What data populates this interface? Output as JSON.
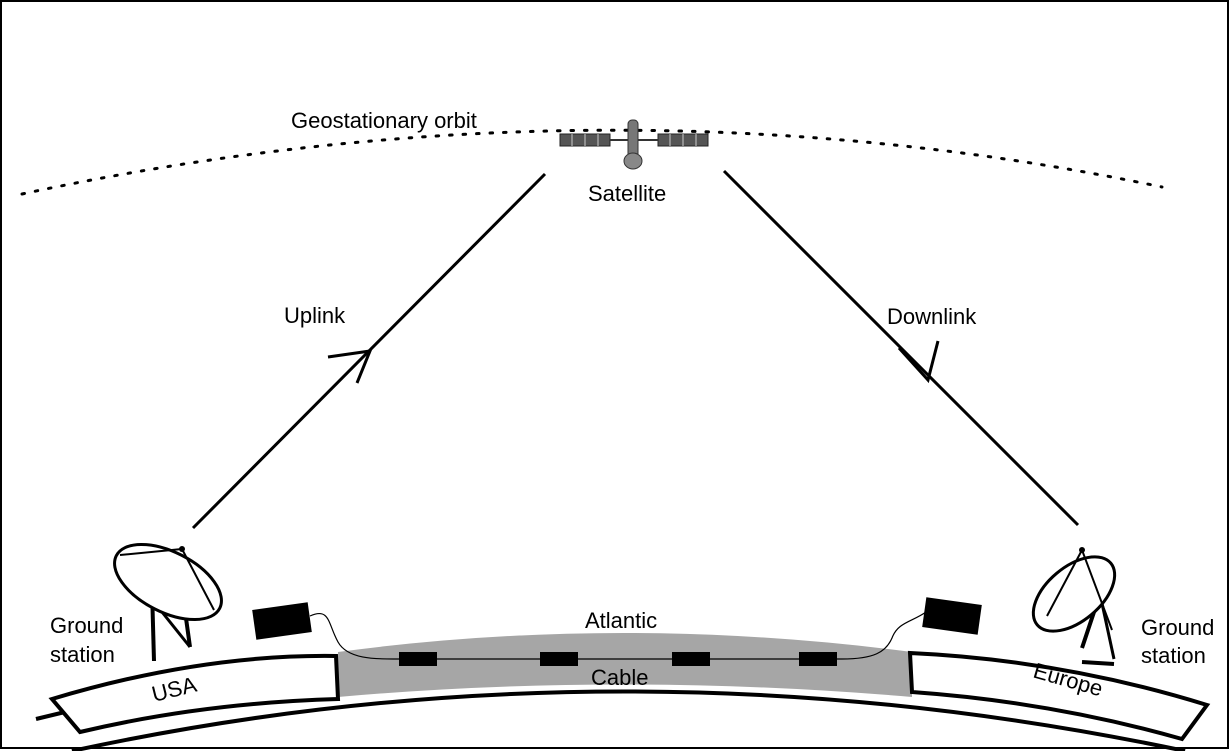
{
  "labels": {
    "orbit": "Geostationary orbit",
    "satellite": "Satellite",
    "uplink": "Uplink",
    "downlink": "Downlink",
    "ground_station_left_line1": "Ground",
    "ground_station_left_line2": "station",
    "ground_station_right_line1": "Ground",
    "ground_station_right_line2": "station",
    "usa": "USA",
    "europe": "Europe",
    "atlantic": "Atlantic",
    "cable": "Cable"
  },
  "colors": {
    "ocean": "#a6a6a6",
    "line": "#000000",
    "repeater": "#000000"
  }
}
